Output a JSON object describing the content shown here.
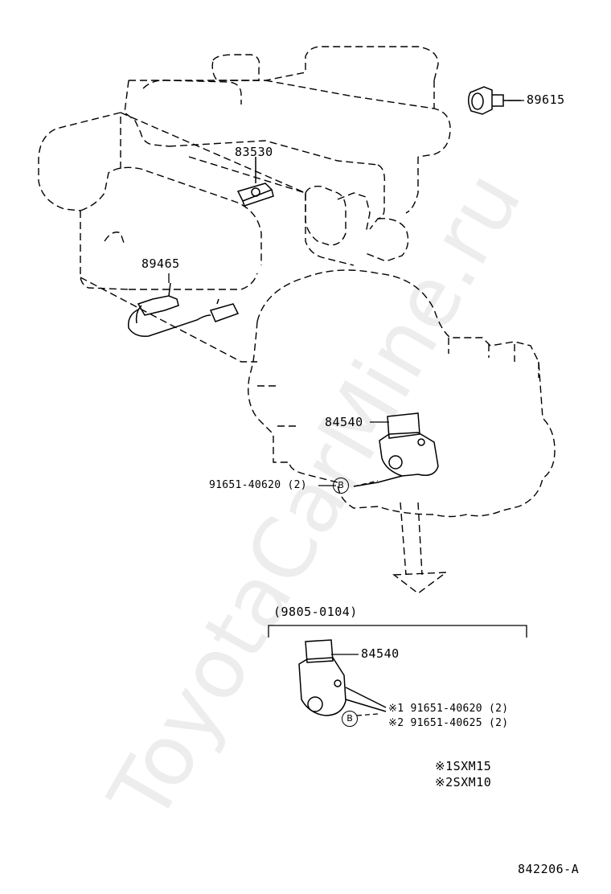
{
  "parts": {
    "p89615": "89615",
    "p83530": "83530",
    "p89465": "89465",
    "p84540_top": "84540",
    "p84540_bottom": "84540"
  },
  "bolt_ref": {
    "label": "91651-40620 (2)",
    "circle": "B"
  },
  "variant": {
    "period": "(9805-0104)",
    "circle": "B",
    "note1_symbol": "※1",
    "note1_part": "91651-40620 (2)",
    "note2_symbol": "※2",
    "note2_part": "91651-40625 (2)"
  },
  "legend": {
    "row1_symbol": "※1",
    "row1_text": "SXM15",
    "row2_symbol": "※2",
    "row2_text": "SXM10"
  },
  "diagram_id": "842206-A",
  "watermark": "ToyotaCarMine.ru"
}
